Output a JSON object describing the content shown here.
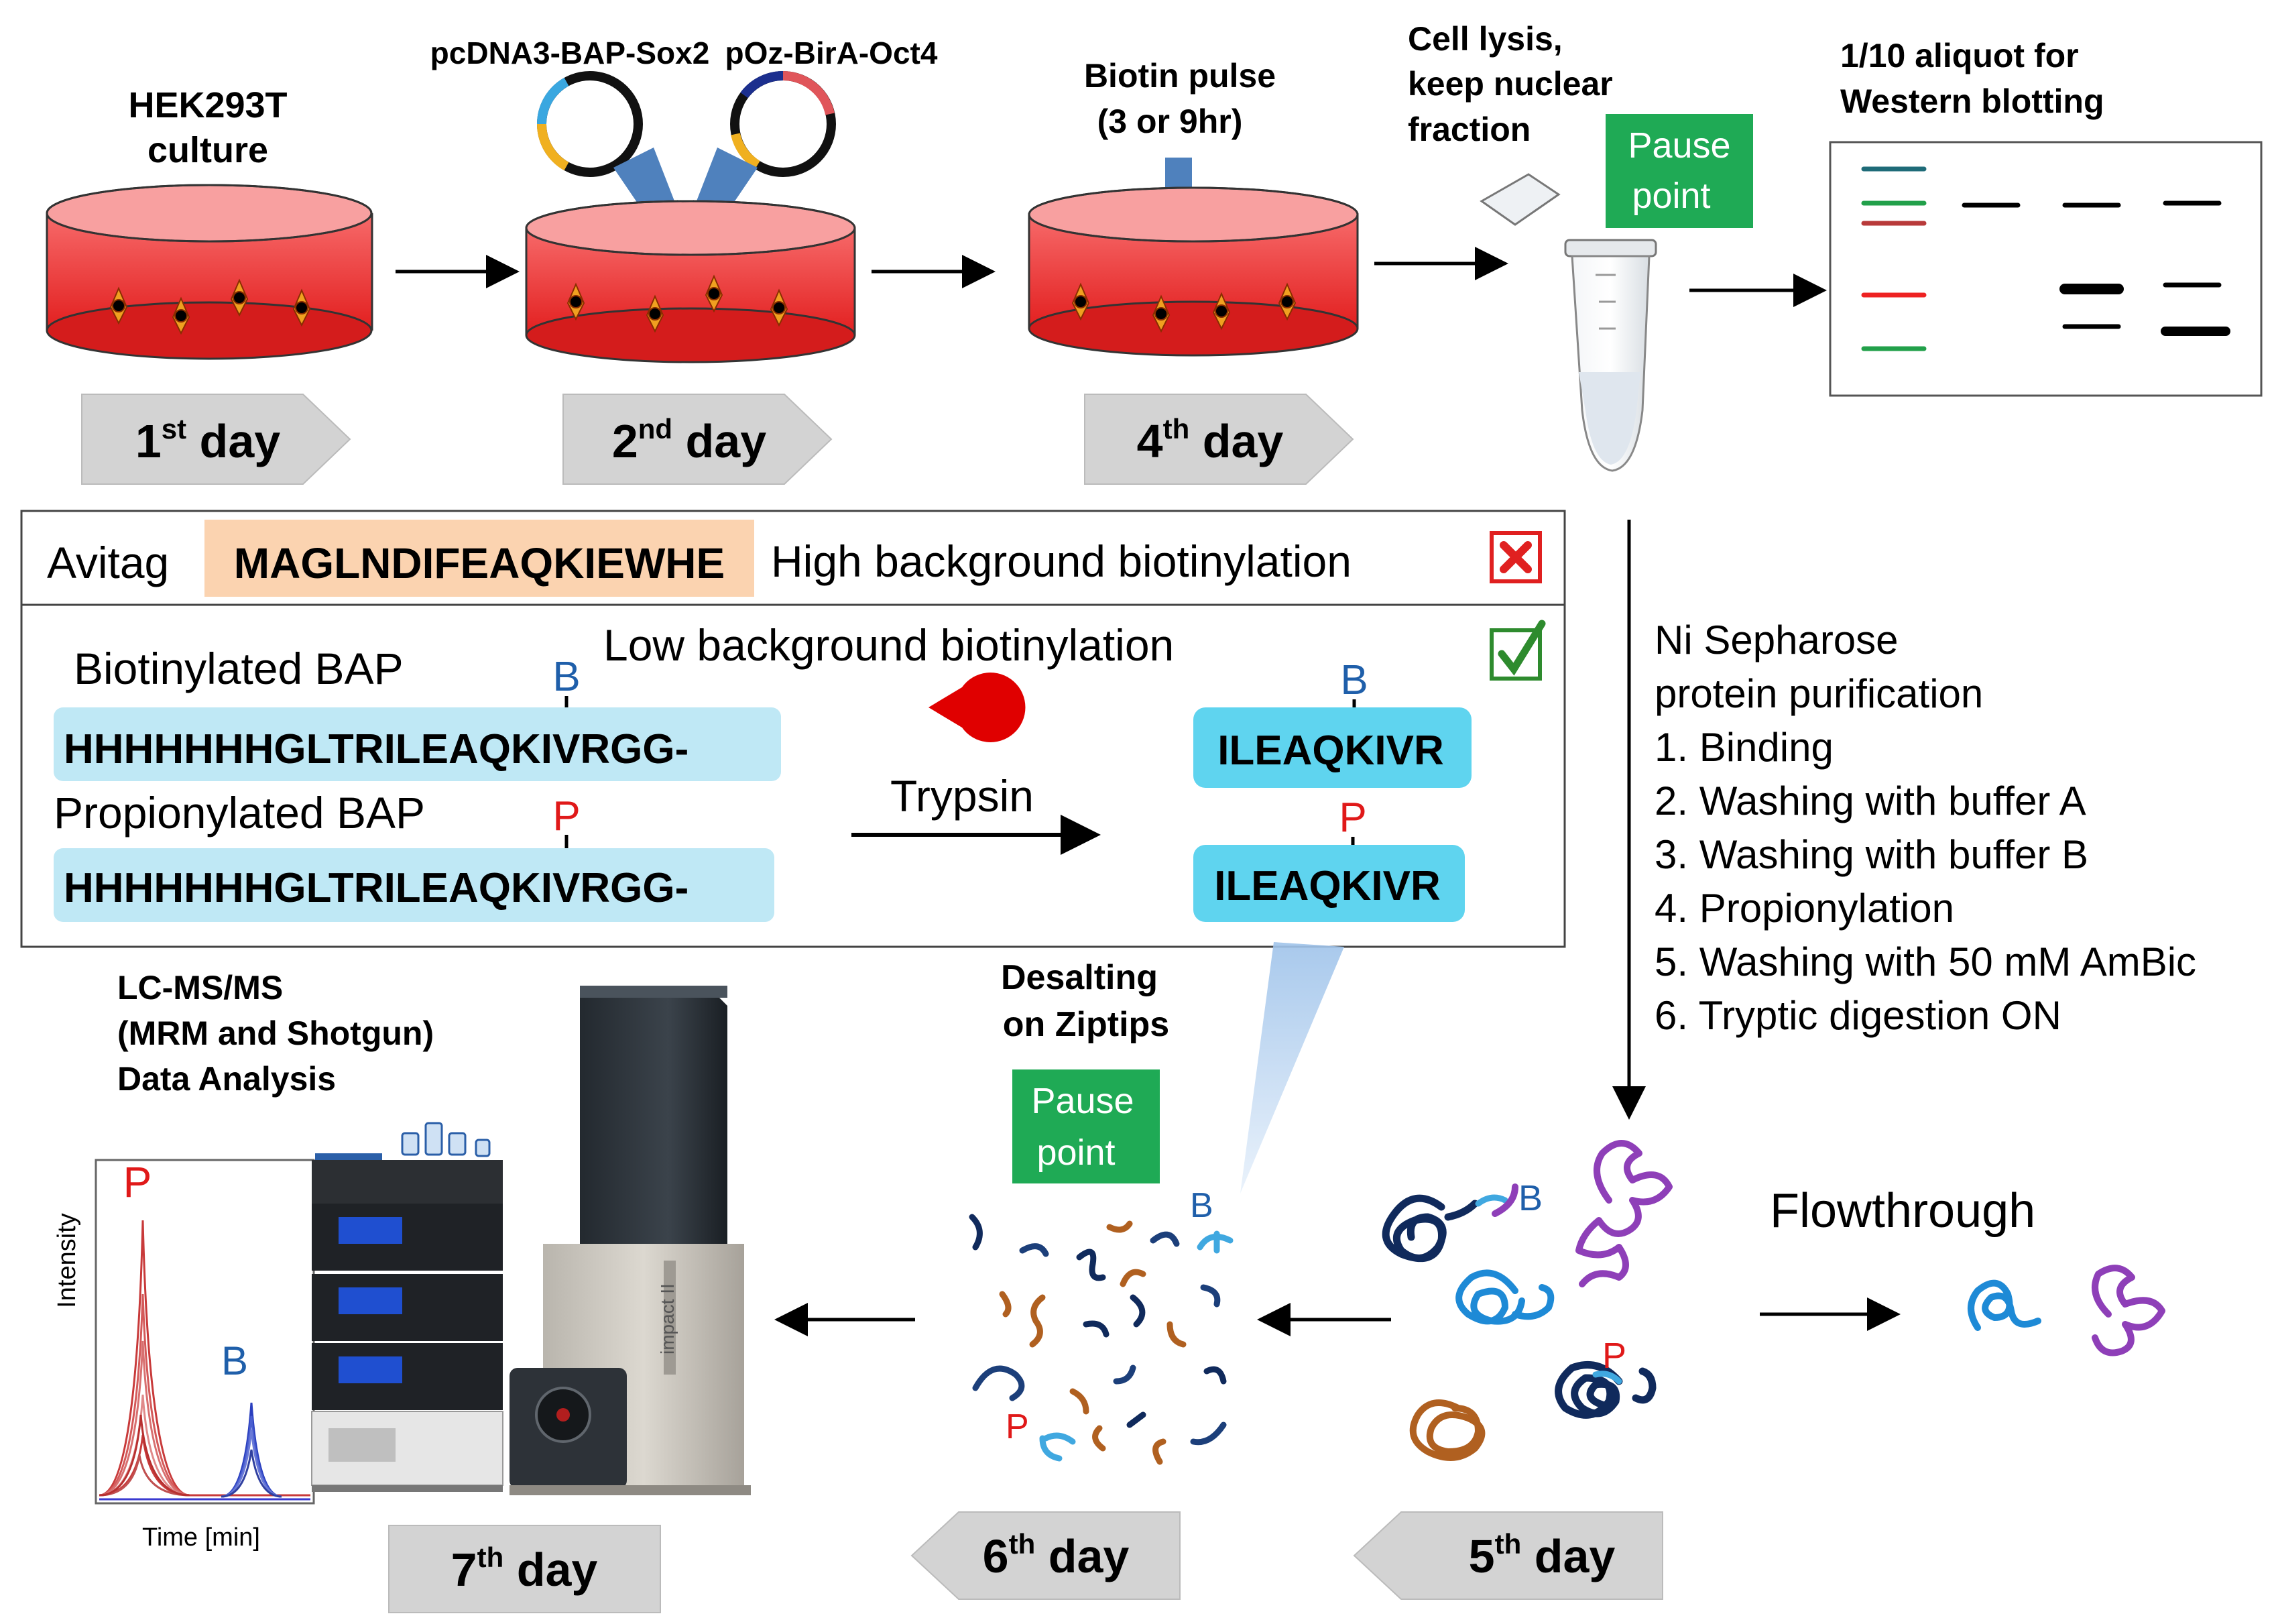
{
  "steps": {
    "s1": {
      "title1": "HEK293T",
      "title2": "culture",
      "day_num": "1",
      "day_sup": "st",
      "day_word": " day"
    },
    "s2": {
      "plasmid1": "pcDNA3-BAP-Sox2",
      "plasmid2": "pOz-BirA-Oct4",
      "day_num": "2",
      "day_sup": "nd",
      "day_word": " day"
    },
    "s4": {
      "title1": "Biotin pulse",
      "title2": "(3 or 9hr)",
      "day_num": "4",
      "day_sup": "th",
      "day_word": " day"
    },
    "lysis": {
      "line1": "Cell lysis,",
      "line2": "keep nuclear",
      "line3": "fraction",
      "pause1": "Pause",
      "pause2": "point"
    },
    "western": {
      "line1": "1/10 aliquot for",
      "line2": "Western blotting"
    }
  },
  "avitag": {
    "label": "Avitag",
    "sequence": "MAGLNDIFEAQKIEWHE",
    "status": "High background biotinylation"
  },
  "bap": {
    "low_bg": "Low background biotinylation",
    "biotinylated_label": "Biotinylated BAP",
    "propionylated_label": "Propionylated BAP",
    "sequence": "HHHHHHHGLTRILEAQKIVRGG-",
    "enzyme": "Trypsin",
    "product": "ILEAQKIVR",
    "mark_b": "B",
    "mark_p": "P"
  },
  "purification": {
    "title1": "Ni Sepharose",
    "title2": "protein purification",
    "steps": [
      "1. Binding",
      "2. Washing with buffer A",
      "3. Washing with buffer B",
      "4. Propionylation",
      "5. Washing with 50 mM AmBic",
      "6. Tryptic digestion ON"
    ]
  },
  "bottom": {
    "flowthrough": "Flowthrough",
    "desalt1": "Desalting",
    "desalt2": "on Ziptips",
    "pause1": "Pause",
    "pause2": "point",
    "lc1": "LC-MS/MS",
    "lc2": "(MRM and Shotgun)",
    "lc3": "Data Analysis",
    "ylabel": "Intensity",
    "xlabel": "Time [min]",
    "peak_p": "P",
    "peak_b": "B",
    "instrument": "impact II",
    "day5": {
      "num": "5",
      "sup": "th",
      "word": " day"
    },
    "day6": {
      "num": "6",
      "sup": "th",
      "word": " day"
    },
    "day7": {
      "num": "7",
      "sup": "th",
      "word": " day"
    }
  },
  "colors": {
    "dish_media": "#ee2a2a",
    "arrow_blue": "#4f81bd",
    "pause_green": "#1faa55",
    "avitag_bg": "#fbd3b0",
    "bap_bg": "#bfe8f5",
    "product_bg": "#5fd4ef",
    "mark_b": "#1f5faa",
    "mark_p": "#e01919",
    "check_green": "#2e8b2e",
    "cross_red": "#e02020",
    "day_arrow": "#d3d3d3"
  }
}
